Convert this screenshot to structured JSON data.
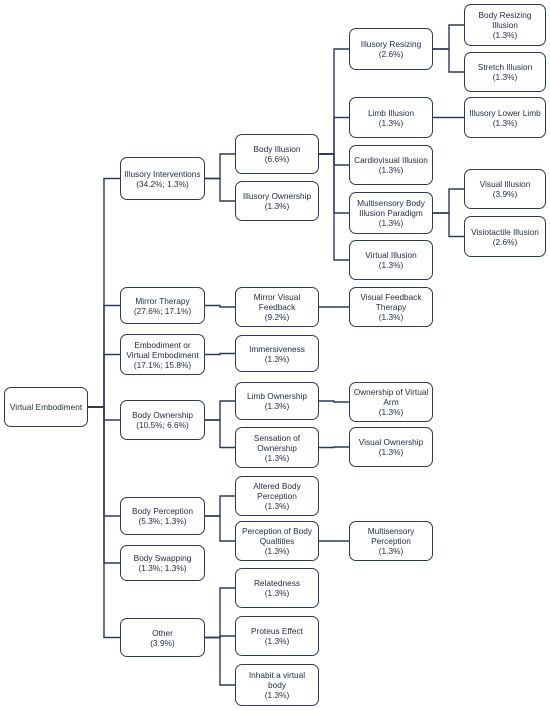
{
  "nodes": {
    "root": {
      "label": "Virtual Embodiment",
      "pct": ""
    },
    "illusory_interventions": {
      "label": "Illusory Interventions",
      "pct": "(34.2%; 1.3%)"
    },
    "mirror_therapy": {
      "label": "Mirror Therapy",
      "pct": "(27.6%; 17.1%)"
    },
    "embodiment_virtual": {
      "label": "Embodiment or Virtual Embodiment",
      "pct": "(17.1%; 15.8%)"
    },
    "body_ownership": {
      "label": "Body Ownership",
      "pct": "(10.5%; 6.6%)"
    },
    "body_perception": {
      "label": "Body Perception",
      "pct": "(5.3%; 1.3%)"
    },
    "body_swapping": {
      "label": "Body Swapping",
      "pct": "(1.3%; 1.3%)"
    },
    "other": {
      "label": "Other",
      "pct": "(3.9%)"
    },
    "body_illusion": {
      "label": "Body Illusion",
      "pct": "(6.6%)"
    },
    "illusory_ownership": {
      "label": "Illusory Ownership",
      "pct": "(1.3%)"
    },
    "mirror_visual_feedback": {
      "label": "Mirror Visual Feedback",
      "pct": "(9.2%)"
    },
    "immersiveness": {
      "label": "Immersiveness",
      "pct": "(1.3%)"
    },
    "limb_ownership": {
      "label": "Limb Ownership",
      "pct": "(1.3%)"
    },
    "sensation_ownership": {
      "label": "Sensation of Ownership",
      "pct": "(1.3%)"
    },
    "altered_body_perception": {
      "label": "Altered Body Perception",
      "pct": "(1.3%)"
    },
    "perception_body_qualities": {
      "label": "Perception of Body Qualtities",
      "pct": "(1.3%)"
    },
    "relatedness": {
      "label": "Relatedness",
      "pct": "(1.3%)"
    },
    "proteus_effect": {
      "label": "Proteus Effect",
      "pct": "(1.3%)"
    },
    "inhabit_virtual_body": {
      "label": "Inhabit a virtual body",
      "pct": "(1.3%)"
    },
    "illusory_resizing": {
      "label": "Illusory Resizing",
      "pct": "(2.6%)"
    },
    "limb_illusion": {
      "label": "Limb Illusion",
      "pct": "(1.3%)"
    },
    "cardiovisual_illusion": {
      "label": "Cardiovisual Illusion",
      "pct": "(1.3%)"
    },
    "multisensory_paradigm": {
      "label": "Multisensory Body Illusion Paradigm",
      "pct": "(1.3%)"
    },
    "virtual_illusion": {
      "label": "Virtual Illusion",
      "pct": "(1.3%)"
    },
    "visual_feedback_therapy": {
      "label": "Visual Feedback Therapy",
      "pct": "(1.3%)"
    },
    "ownership_virtual_arm": {
      "label": "Ownership of Virtual Arm",
      "pct": "(1.3%)"
    },
    "visual_ownership": {
      "label": "Visual Ownership",
      "pct": "(1.3%)"
    },
    "multisensory_perception": {
      "label": "Multisensory Perception",
      "pct": "(1.3%)"
    },
    "body_resizing_illusion": {
      "label": "Body Resizing Illusion",
      "pct": "(1.3%)"
    },
    "stretch_illusion": {
      "label": "Stretch Illusion",
      "pct": "(1.3%)"
    },
    "illusory_lower_limb": {
      "label": "Illusory Lower Limb",
      "pct": "(1.3%)"
    },
    "visual_illusion": {
      "label": "Visual Illusion",
      "pct": "(3.9%)"
    },
    "visiotactile_illusion": {
      "label": "Visiotactile Illusion",
      "pct": "(2.6%)"
    }
  },
  "edges": [
    [
      "root",
      "illusory_interventions"
    ],
    [
      "root",
      "mirror_therapy"
    ],
    [
      "root",
      "embodiment_virtual"
    ],
    [
      "root",
      "body_ownership"
    ],
    [
      "root",
      "body_perception"
    ],
    [
      "root",
      "body_swapping"
    ],
    [
      "root",
      "other"
    ],
    [
      "illusory_interventions",
      "body_illusion"
    ],
    [
      "illusory_interventions",
      "illusory_ownership"
    ],
    [
      "mirror_therapy",
      "mirror_visual_feedback"
    ],
    [
      "embodiment_virtual",
      "immersiveness"
    ],
    [
      "body_ownership",
      "limb_ownership"
    ],
    [
      "body_ownership",
      "sensation_ownership"
    ],
    [
      "body_perception",
      "altered_body_perception"
    ],
    [
      "body_perception",
      "perception_body_qualities"
    ],
    [
      "other",
      "relatedness"
    ],
    [
      "other",
      "proteus_effect"
    ],
    [
      "other",
      "inhabit_virtual_body"
    ],
    [
      "body_illusion",
      "illusory_resizing"
    ],
    [
      "body_illusion",
      "limb_illusion"
    ],
    [
      "body_illusion",
      "cardiovisual_illusion"
    ],
    [
      "body_illusion",
      "multisensory_paradigm"
    ],
    [
      "body_illusion",
      "virtual_illusion"
    ],
    [
      "mirror_visual_feedback",
      "visual_feedback_therapy"
    ],
    [
      "limb_ownership",
      "ownership_virtual_arm"
    ],
    [
      "sensation_ownership",
      "visual_ownership"
    ],
    [
      "perception_body_qualities",
      "multisensory_perception"
    ],
    [
      "illusory_resizing",
      "body_resizing_illusion"
    ],
    [
      "illusory_resizing",
      "stretch_illusion"
    ],
    [
      "limb_illusion",
      "illusory_lower_limb"
    ],
    [
      "multisensory_paradigm",
      "visual_illusion"
    ],
    [
      "multisensory_paradigm",
      "visiotactile_illusion"
    ]
  ],
  "colors": {
    "border": "#2e3a59",
    "line": "#2e3a59",
    "text": "#1f2a44"
  }
}
